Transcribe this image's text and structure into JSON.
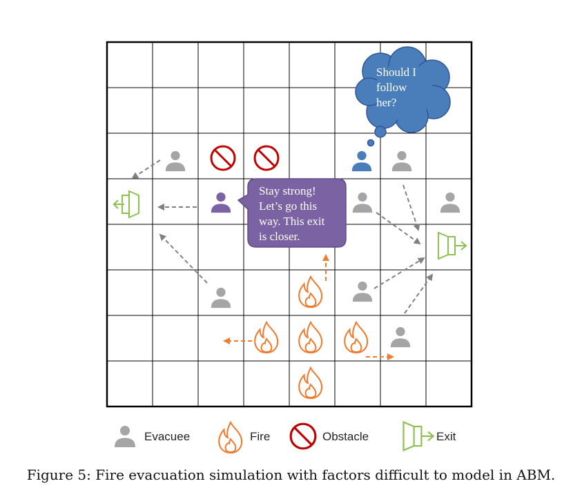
{
  "diagram": {
    "colors": {
      "evacuee": "#A5A5A5",
      "highlight_person": "#4A7EBB",
      "talking_person": "#7B62A3",
      "fire": "#ED7D31",
      "obstacle": "#C00000",
      "exit": "#8CC152",
      "arrow_gray": "#808080",
      "arrow_orange": "#ED7D31",
      "cloud": "#4A7EBB",
      "speech": "#7B62A3"
    },
    "thought_bubble": {
      "lines": [
        "Should I",
        "follow",
        "her?"
      ]
    },
    "speech_bubble": {
      "lines": [
        "Stay strong!",
        "Let’s go this",
        "way. This exit",
        "is closer."
      ]
    },
    "icons": [
      "person-icon",
      "fire-icon",
      "obstacle-icon",
      "exit-icon"
    ]
  },
  "legend": {
    "evacuee": "Evacuee",
    "fire": "Fire",
    "obstacle": "Obstacle",
    "exit": "Exit"
  },
  "caption": "Figure 5: Fire evacuation simulation with factors difficult to model in ABM."
}
